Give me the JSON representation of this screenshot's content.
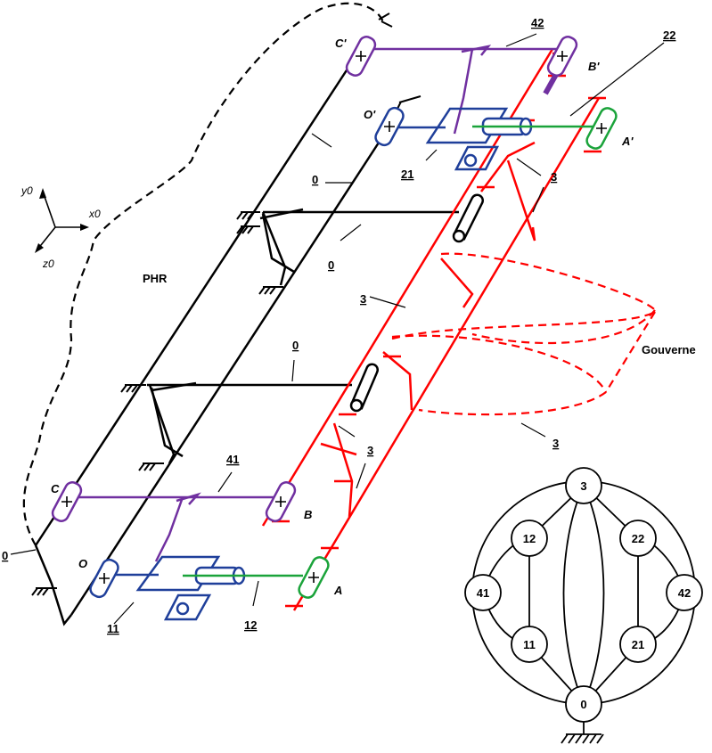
{
  "labels": {
    "c_prime": "C'",
    "b_prime": "B'",
    "o_prime": "O'",
    "a_prime": "A'",
    "c": "C",
    "b": "B",
    "o": "O",
    "a": "A",
    "phr": "PHR",
    "gouverne": "Gouverne",
    "body_4_2": "42",
    "body_2_2": "22",
    "body_2_1": "21",
    "body_4_1": "41",
    "body_1_1": "11",
    "body_1_2": "12",
    "body_3a": "3",
    "body_3b": "3",
    "body_3c": "3",
    "body_3d": "3",
    "body_0a": "0",
    "body_0b": "0",
    "body_0c": "0",
    "body_0d": "0"
  },
  "axes": {
    "y": "y0",
    "x": "x0",
    "z": "z0"
  },
  "graph": {
    "nodes": [
      "3",
      "12",
      "22",
      "41",
      "42",
      "11",
      "21",
      "0"
    ]
  },
  "colors": {
    "frame": "#000000",
    "rudder": "#ff0000",
    "link4": "#7030a0",
    "link12": "#1f3f9a",
    "link_green": "#1aa33a"
  }
}
